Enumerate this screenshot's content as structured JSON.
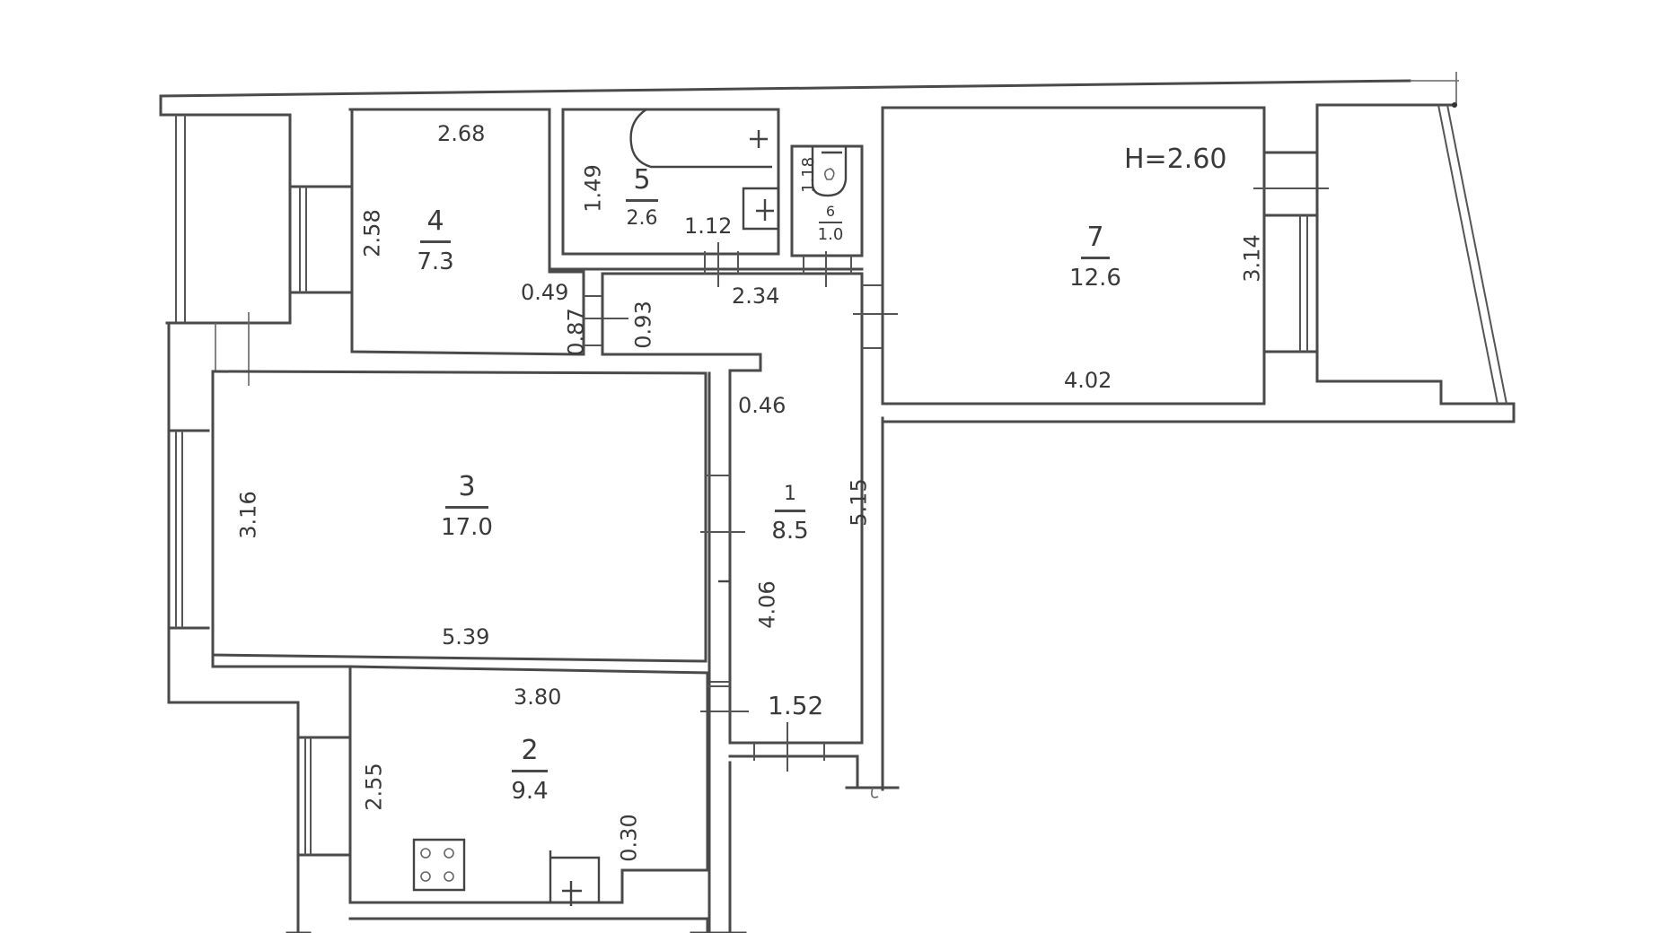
{
  "plan": {
    "ceiling_height": "H=2.60",
    "rooms": [
      {
        "id": "1",
        "number": "1",
        "area": "8.5",
        "kind": "corridor"
      },
      {
        "id": "2",
        "number": "2",
        "area": "9.4",
        "kind": "kitchen"
      },
      {
        "id": "3",
        "number": "3",
        "area": "17.0",
        "kind": "room"
      },
      {
        "id": "4",
        "number": "4",
        "area": "7.3",
        "kind": "room"
      },
      {
        "id": "5",
        "number": "5",
        "area": "2.6",
        "kind": "bathroom"
      },
      {
        "id": "6",
        "number": "6",
        "area": "1.0",
        "kind": "toilet"
      },
      {
        "id": "7",
        "number": "7",
        "area": "12.6",
        "kind": "room"
      }
    ],
    "dimensions": {
      "r4_width": "2.68",
      "r4_height": "2.58",
      "r5_height": "1.49",
      "r5_sink": "1.12",
      "r6_height": "1.18",
      "r7_height": "3.14",
      "r7_width": "4.02",
      "hall_049": "0.49",
      "hall_087": "0.87",
      "hall_093": "0.93",
      "hall_234": "2.34",
      "hall_046": "0.46",
      "r3_height": "3.16",
      "r3_width": "5.39",
      "r1_length": "5.15",
      "r1_inner": "4.06",
      "r1_width": "1.52",
      "r2_width": "3.80",
      "r2_height": "2.55",
      "r2_niche": "0.30"
    },
    "icons": {
      "bathtub": "bathtub-icon",
      "washbasin": "washbasin-icon",
      "toilet": "toilet-icon",
      "stove": "stove-icon",
      "kitchen_sink": "kitchen-sink-icon"
    }
  }
}
